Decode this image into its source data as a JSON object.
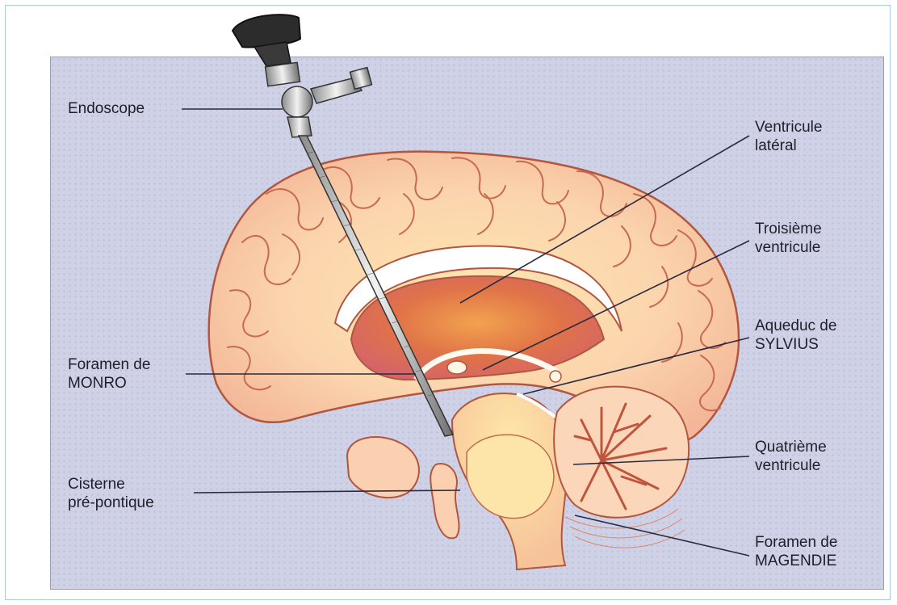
{
  "labels": {
    "endoscope": {
      "line1": "Endoscope"
    },
    "ventricule_lateral": {
      "line1": "Ventricule",
      "line2": "latéral"
    },
    "troisieme_ventricule": {
      "line1": "Troisième",
      "line2": "ventricule"
    },
    "aqueduc": {
      "line1": "Aqueduc de",
      "line2": "SYLVIUS"
    },
    "foramen_monro": {
      "line1": "Foramen de",
      "line2": "MONRO"
    },
    "cisterne": {
      "line1": "Cisterne",
      "line2": "pré-pontique"
    },
    "quatrieme_ventricule": {
      "line1": "Quatrième",
      "line2": "ventricule"
    },
    "foramen_magendie": {
      "line1": "Foramen de",
      "line2": "MAGENDIE"
    }
  },
  "colors": {
    "panel": "#cfd1e6",
    "brain_fill": "#f9d3b0",
    "brain_stroke": "#b1563f",
    "ventricle_core": "#e2744c",
    "leader_line": "#2a2a40"
  }
}
